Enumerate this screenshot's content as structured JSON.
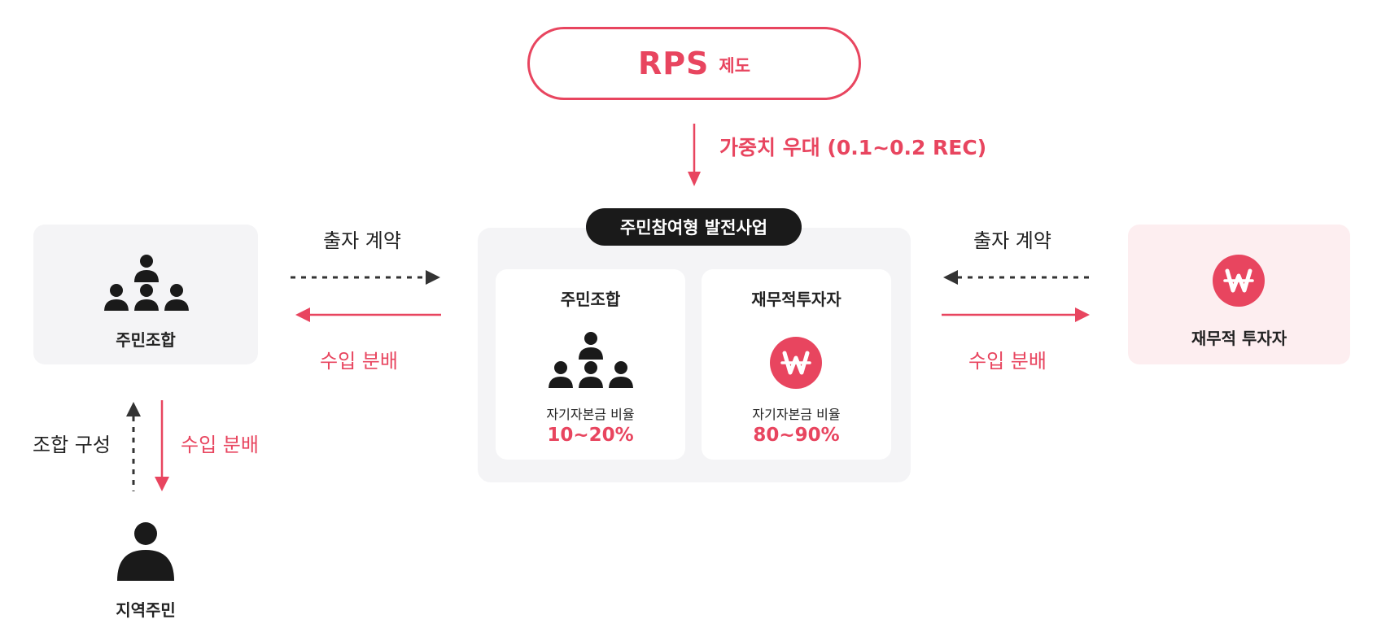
{
  "rps": {
    "big": "RPS",
    "small": "제도"
  },
  "weight_label": "가중치 우대 (0.1~0.2 REC)",
  "center": {
    "badge": "주민참여형 발전사업",
    "card_left": {
      "title": "주민조합",
      "caption": "자기자본금 비율",
      "percent": "10~20%",
      "icon": "people-group-icon"
    },
    "card_right": {
      "title": "재무적투자자",
      "caption": "자기자본금 비율",
      "percent": "80~90%",
      "icon": "won-coin-icon"
    }
  },
  "left_box": {
    "title": "주민조합",
    "icon": "people-group-icon"
  },
  "right_box": {
    "title": "재무적 투자자",
    "icon": "won-coin-icon"
  },
  "left_flow": {
    "contract": "출자 계약",
    "revenue": "수입 분배"
  },
  "right_flow": {
    "contract": "출자 계약",
    "revenue": "수입 분배"
  },
  "bottom_flow": {
    "compose": "조합 구성",
    "revenue": "수입 분배"
  },
  "resident": {
    "title": "지역주민",
    "icon": "person-icon"
  },
  "colors": {
    "accent": "#e8455f",
    "dark": "#1a1a1a",
    "panel_gray": "#f4f4f6",
    "panel_pink": "#fdeef0"
  }
}
